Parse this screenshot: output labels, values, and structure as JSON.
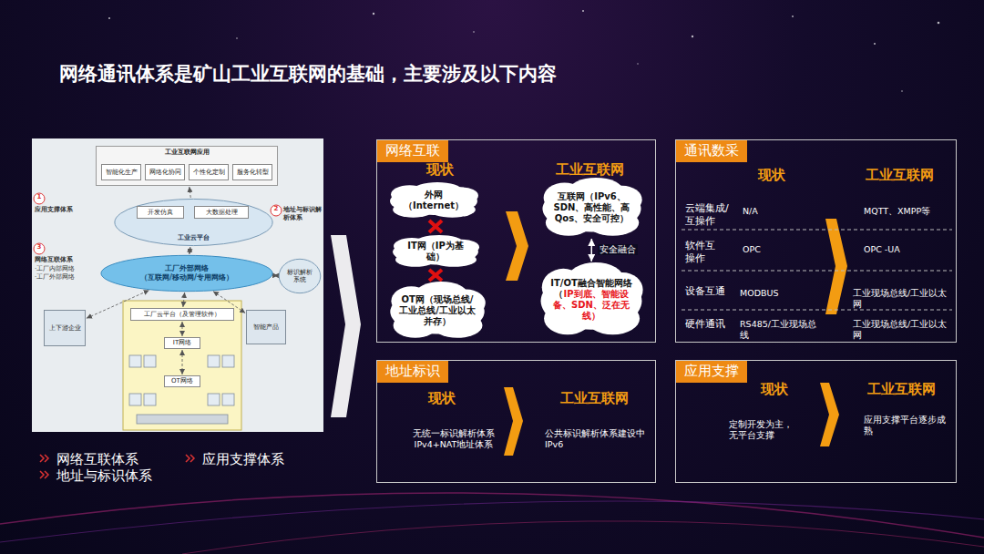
{
  "diagram": {
    "title": "网络通讯体系是矿山工业互联网的基础，主要涉及以下内容",
    "nodes": [
      {
        "text": [
          "工业互联网应用"
        ]
      },
      {
        "text": [
          "智能化生产"
        ],
        "in": 0
      },
      {
        "text": [
          "网络化协同"
        ],
        "in": 0
      },
      {
        "text": [
          "个性化定制"
        ],
        "in": 0
      },
      {
        "text": [
          "服务化转型"
        ],
        "in": 0
      },
      {
        "text": [
          "工业云平台"
        ]
      },
      {
        "text": [
          "开发仿真"
        ],
        "in": 5
      },
      {
        "text": [
          "大数据处理"
        ],
        "in": 5
      },
      {
        "text": [
          "工厂外部网络",
          "（互联网/移动网/专用网络）"
        ]
      },
      {
        "text": [
          "标识解析系统"
        ]
      },
      {
        "text": [
          "上下游企业"
        ]
      },
      {
        "text": [
          "智能产品"
        ]
      },
      {
        "text": [
          "工厂云平台（及管理软件）"
        ]
      },
      {
        "text": [
          "IT网络"
        ]
      },
      {
        "text": [
          "OT网络"
        ]
      },
      {
        "text": [
          "网络互联"
        ]
      },
      {
        "text": [
          "外网（Internet）"
        ],
        "in": 15
      },
      {
        "text": [
          "IT网（IP为基础）"
        ],
        "in": 15
      },
      {
        "text": [
          "OT网（现场总线/工业总线/工业以太并存）"
        ],
        "in": 15
      },
      {
        "text": [
          "互联网（IPv6、SDN、高性能、高Qos、安全可控）"
        ],
        "in": 15
      },
      {
        "text": [
          "IT/OT融合智能网络（",
          "IP到底、智能设备、SDN、泛在无线）"
        ],
        "in": 15
      },
      {
        "text": [
          "通讯数采"
        ]
      },
      {
        "text": [
          "地址标识"
        ]
      },
      {
        "text": [
          "应用支撑"
        ]
      }
    ],
    "edges": [
      {
        "from": 5,
        "to": 0,
        "arrow": "to"
      },
      {
        "from": 8,
        "to": 5,
        "arrow": "both"
      },
      {
        "from": 8,
        "to": 9,
        "arrow": "both"
      },
      {
        "from": 10,
        "to": 8,
        "arrow": "both"
      },
      {
        "from": 11,
        "to": 8,
        "arrow": "both"
      },
      {
        "from": 12,
        "to": 8,
        "arrow": "both"
      },
      {
        "from": 12,
        "to": 13,
        "arrow": "both"
      },
      {
        "from": 13,
        "to": 14,
        "arrow": "both"
      },
      {
        "from": 19,
        "to": 20,
        "arrow": "both",
        "label": "安全融合"
      }
    ],
    "labels": [
      "1",
      "应用支撑体系",
      "2",
      "地址与标识解析体系",
      "3",
      "网络互联体系",
      "·工厂内部网络",
      "·工厂外部网络",
      "网络互联体系",
      "应用支撑体系",
      "地址与标识体系",
      "现状",
      "工业互联网",
      "现状",
      "工业互联网",
      "云端集成/互操作",
      "N/A",
      "MQTT、XMPP等",
      "软件互操作",
      "OPC",
      "OPC -UA",
      "设备互通",
      "MODBUS",
      "工业现场总线/工业以太网",
      "硬件通讯",
      "RS485/工业现场总线",
      "工业现场总线/工业以太网",
      "现状",
      "工业互联网",
      "无统一标识解析体系 IPv4+NAT地址体系",
      "公共标识解析体系建设中 IPv6",
      "现状",
      "工业互联网",
      "定制开发为主，无平台支撑",
      "应用支撑平台逐步成熟"
    ]
  }
}
